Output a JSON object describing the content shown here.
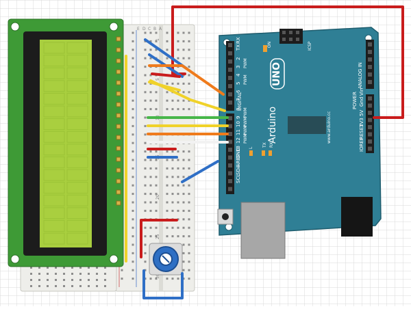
{
  "colors": {
    "grid": "#d4d4d4",
    "lcd_pcb": "#3e9a36",
    "lcd_screen": "#a9cf3f",
    "arduino": "#2f7f95",
    "wire_red": "#c91c1c",
    "wire_orange": "#ef7b1c",
    "wire_yellow": "#f0d22a",
    "wire_green": "#47b649",
    "wire_blue": "#2f6fc6",
    "wire_white": "#f2f2f2"
  },
  "arduino": {
    "brand": "Arduino",
    "model": "UNO",
    "url": "www.arduino.cc",
    "icsp": "ICSP",
    "on": "ON",
    "tx_led": "TX",
    "rx_led": "RX",
    "l_led": "L",
    "digital_label": "DIGITAL",
    "analog_label": "ANALOG IN",
    "power_label": "POWER",
    "digital_pins": [
      "RX",
      "TX",
      "2",
      "3",
      "4",
      "5",
      "6",
      "7",
      "8",
      "9",
      "10",
      "11",
      "12",
      "13",
      "GND",
      "AREF",
      "SDA",
      "SCL"
    ],
    "pwm_labels": [
      "PWM",
      "PWM",
      "PWM",
      "PWM",
      "PWM",
      "PWM"
    ],
    "power_pins": [
      "Vin",
      "Gnd",
      "5V",
      "3V3",
      "RESET",
      "IOREF"
    ]
  },
  "breadboard": {
    "top_letters": [
      "E",
      "D",
      "C",
      "B",
      "A"
    ],
    "row_numbers": [
      "1",
      "5",
      "10",
      "15",
      "20",
      "25",
      "30"
    ]
  }
}
